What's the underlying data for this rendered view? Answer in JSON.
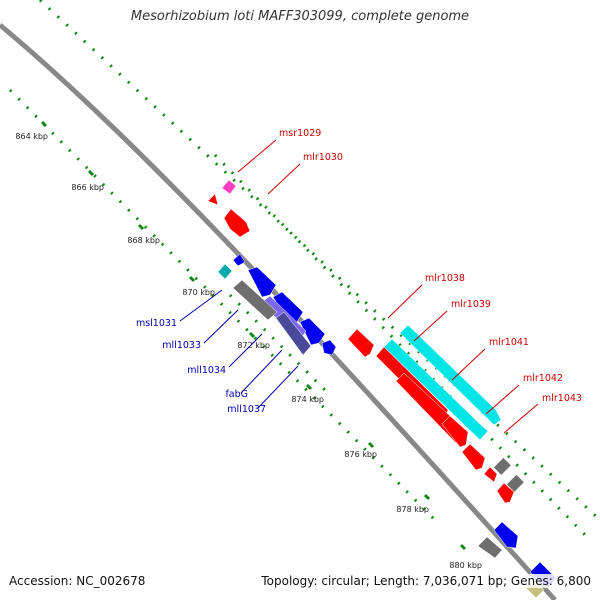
{
  "title": "Mesorhizobium loti MAFF303099, complete genome",
  "accession": "Accession: NC_002678",
  "topology": "Topology: circular; Length: 7,036,071 bp; Genes: 6,800",
  "colors": {
    "backbone": "#888888",
    "ticks": "#118811",
    "forward_label": "#cc0000",
    "reverse_label": "#0000aa",
    "forward_gene": "#ff0000",
    "reverse_gene": "#0000ee",
    "rna_gene": "#ff3fbf",
    "cyan_gene": "#00e6e6",
    "gray_gene": "#6e6e6e",
    "violet_gene": "#7b68ee"
  },
  "scale_ticks": [
    {
      "label": "864 kbp"
    },
    {
      "label": "866 kbp"
    },
    {
      "label": "868 kbp"
    },
    {
      "label": "870 kbp"
    },
    {
      "label": "872 kbp"
    },
    {
      "label": "874 kbp"
    },
    {
      "label": "876 kbp"
    },
    {
      "label": "878 kbp"
    },
    {
      "label": "880 kbp"
    }
  ],
  "forward_labels": [
    {
      "label": "msr1029"
    },
    {
      "label": "mlr1030"
    },
    {
      "label": "mlr1038"
    },
    {
      "label": "mlr1039"
    },
    {
      "label": "mlr1041"
    },
    {
      "label": "mlr1042"
    },
    {
      "label": "mlr1043"
    }
  ],
  "reverse_labels": [
    {
      "label": "msl1031"
    },
    {
      "label": "mll1033"
    },
    {
      "label": "mll1034"
    },
    {
      "label": "fabG"
    },
    {
      "label": "mll1037"
    }
  ]
}
